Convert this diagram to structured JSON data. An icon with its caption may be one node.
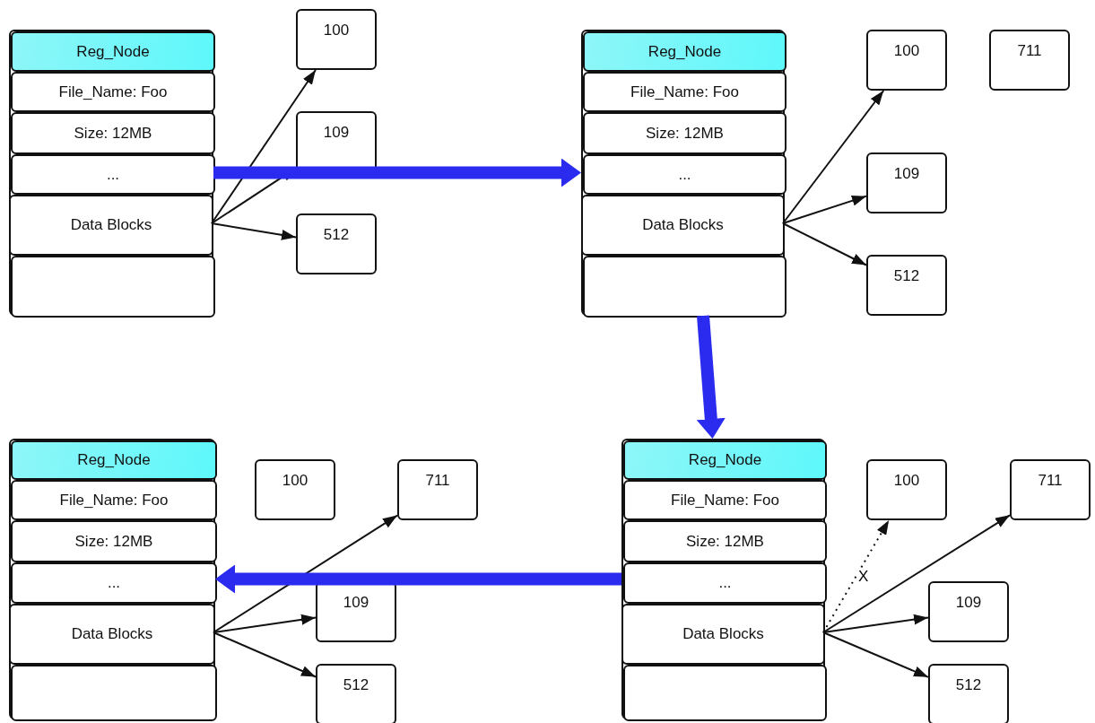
{
  "diagram": {
    "nodes": [
      {
        "text": [],
        "shape": "box"
      },
      {
        "text": [
          "Reg_Node"
        ],
        "in": 0
      },
      {
        "text": [
          "File_Name: Foo"
        ],
        "in": 0
      },
      {
        "text": [
          "Size: 12MB"
        ],
        "in": 0
      },
      {
        "text": [
          "..."
        ],
        "in": 0
      },
      {
        "text": [
          "Data Blocks"
        ],
        "in": 0
      },
      {
        "text": [],
        "shape": "box",
        "in": 0
      },
      {
        "text": [
          "100"
        ]
      },
      {
        "text": [
          "109"
        ]
      },
      {
        "text": [
          "512"
        ]
      },
      {
        "text": [],
        "shape": "box"
      },
      {
        "text": [
          "Reg_Node"
        ],
        "in": 10
      },
      {
        "text": [
          "File_Name: Foo"
        ],
        "in": 10
      },
      {
        "text": [
          "Size: 12MB"
        ],
        "in": 10
      },
      {
        "text": [
          "..."
        ],
        "in": 10
      },
      {
        "text": [
          "Data Blocks"
        ],
        "in": 10
      },
      {
        "text": [],
        "shape": "box",
        "in": 10
      },
      {
        "text": [
          "100"
        ]
      },
      {
        "text": [
          "711"
        ]
      },
      {
        "text": [
          "109"
        ]
      },
      {
        "text": [
          "512"
        ]
      },
      {
        "text": [],
        "shape": "box"
      },
      {
        "text": [
          "Reg_Node"
        ],
        "in": 21
      },
      {
        "text": [
          "File_Name: Foo"
        ],
        "in": 21
      },
      {
        "text": [
          "Size: 12MB"
        ],
        "in": 21
      },
      {
        "text": [
          "..."
        ],
        "in": 21
      },
      {
        "text": [
          "Data Blocks"
        ],
        "in": 21
      },
      {
        "text": [],
        "shape": "box",
        "in": 21
      },
      {
        "text": [
          "100"
        ]
      },
      {
        "text": [
          "711"
        ]
      },
      {
        "text": [
          "109"
        ]
      },
      {
        "text": [
          "512"
        ]
      },
      {
        "text": [],
        "shape": "box"
      },
      {
        "text": [
          "Reg_Node"
        ],
        "in": 32
      },
      {
        "text": [
          "File_Name: Foo"
        ],
        "in": 32
      },
      {
        "text": [
          "Size: 12MB"
        ],
        "in": 32
      },
      {
        "text": [
          "..."
        ],
        "in": 32
      },
      {
        "text": [
          "Data Blocks"
        ],
        "in": 32
      },
      {
        "text": [],
        "shape": "box",
        "in": 32
      },
      {
        "text": [
          "100"
        ]
      },
      {
        "text": [
          "711"
        ]
      },
      {
        "text": [
          "109"
        ]
      },
      {
        "text": [
          "512"
        ]
      }
    ],
    "edges": [
      {
        "from": 5,
        "to": 7,
        "arrow": "to"
      },
      {
        "from": 5,
        "to": 8,
        "arrow": "to"
      },
      {
        "from": 5,
        "to": 9,
        "arrow": "to"
      },
      {
        "from": 15,
        "to": 17,
        "arrow": "to"
      },
      {
        "from": 15,
        "to": 19,
        "arrow": "to"
      },
      {
        "from": 15,
        "to": 20,
        "arrow": "to"
      },
      {
        "from": 26,
        "to": 29,
        "arrow": "to"
      },
      {
        "from": 26,
        "to": 30,
        "arrow": "to"
      },
      {
        "from": 26,
        "to": 31,
        "arrow": "to"
      },
      {
        "from": 37,
        "to": 39,
        "arrow": "to",
        "style": "dashed",
        "label": "X"
      },
      {
        "from": 37,
        "to": 40,
        "arrow": "to"
      },
      {
        "from": 37,
        "to": 41,
        "arrow": "to"
      },
      {
        "from": 37,
        "to": 42,
        "arrow": "to"
      },
      {
        "from": 0,
        "to": 10,
        "arrow": "to",
        "style": "thick",
        "color": "#2b2bf0"
      },
      {
        "from": 10,
        "to": 32,
        "arrow": "to",
        "style": "thick",
        "color": "#2b2bf0"
      },
      {
        "from": 32,
        "to": 21,
        "arrow": "to",
        "style": "thick",
        "color": "#2b2bf0"
      }
    ]
  }
}
